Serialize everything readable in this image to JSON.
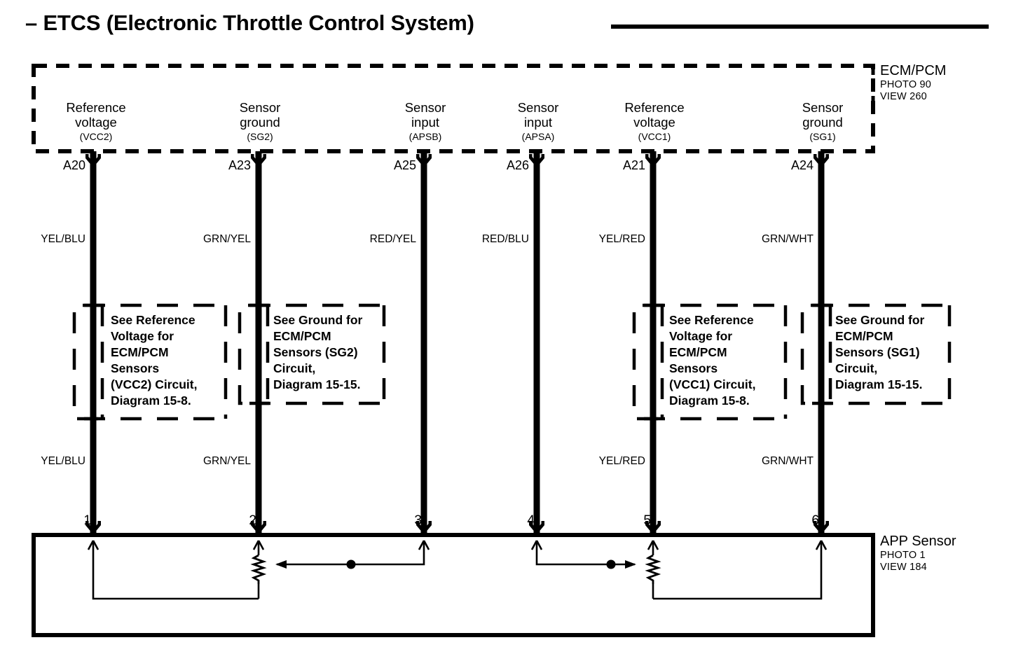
{
  "title": "– ETCS (Electronic Throttle Control System)",
  "ecm": {
    "name": "ECM/PCM",
    "photo": "PHOTO 90",
    "view": "VIEW 260"
  },
  "app_sensor": {
    "name": "APP Sensor",
    "photo": "PHOTO 1",
    "view": "VIEW 184"
  },
  "circuits": [
    {
      "function_main": "Reference\nvoltage",
      "function_line1": "Reference",
      "function_line2": "voltage",
      "signal": "(VCC2)",
      "terminal": "A20",
      "wire_color_upper": "YEL/BLU",
      "wire_color_lower": "YEL/BLU",
      "pin": "1"
    },
    {
      "function_line1": "Sensor",
      "function_line2": "ground",
      "signal": "(SG2)",
      "terminal": "A23",
      "wire_color_upper": "GRN/YEL",
      "wire_color_lower": "GRN/YEL",
      "pin": "2"
    },
    {
      "function_line1": "Sensor",
      "function_line2": "input",
      "signal": "(APSB)",
      "terminal": "A25",
      "wire_color_upper": "RED/YEL",
      "wire_color_lower": "",
      "pin": "3"
    },
    {
      "function_line1": "Sensor",
      "function_line2": "input",
      "signal": "(APSA)",
      "terminal": "A26",
      "wire_color_upper": "RED/BLU",
      "wire_color_lower": "",
      "pin": "4"
    },
    {
      "function_line1": "Reference",
      "function_line2": "voltage",
      "signal": "(VCC1)",
      "terminal": "A21",
      "wire_color_upper": "YEL/RED",
      "wire_color_lower": "YEL/RED",
      "pin": "5"
    },
    {
      "function_line1": "Sensor",
      "function_line2": "ground",
      "signal": "(SG1)",
      "terminal": "A24",
      "wire_color_upper": "GRN/WHT",
      "wire_color_lower": "GRN/WHT",
      "pin": "6"
    }
  ],
  "notes": [
    {
      "id": "note-vcc2",
      "text": "See Reference\nVoltage for\nECM/PCM\nSensors\n(VCC2) Circuit,\nDiagram 15-8."
    },
    {
      "id": "note-sg2",
      "text": "See Ground for\nECM/PCM\nSensors (SG2)\nCircuit,\nDiagram 15-15."
    },
    {
      "id": "note-vcc1",
      "text": "See Reference\nVoltage for\nECM/PCM\nSensors\n(VCC1) Circuit,\nDiagram 15-8."
    },
    {
      "id": "note-sg1",
      "text": "See Ground for\nECM/PCM\nSensors (SG1)\nCircuit,\nDiagram 15-15."
    }
  ],
  "colors": {
    "ink": "#000000",
    "paper": "#ffffff"
  }
}
